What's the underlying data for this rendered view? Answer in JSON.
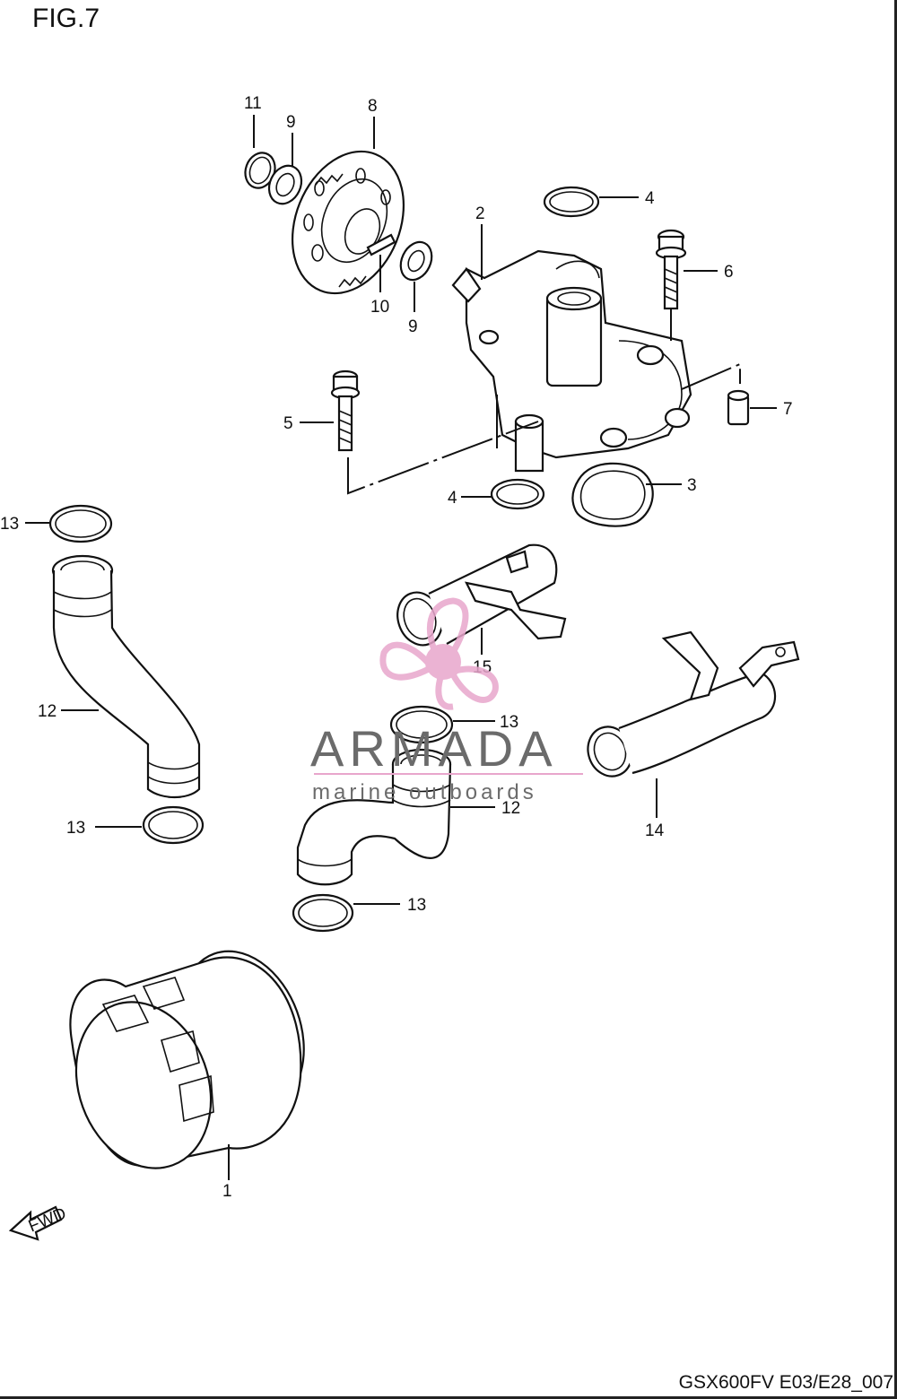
{
  "title": "FIG.7",
  "footer": "GSX600FV E03/E28_007",
  "watermark": {
    "name": "ARMADA",
    "subtitle": "marine outboards",
    "color": "#e8a6cc",
    "icon": "propeller-logo-icon"
  },
  "fwd_label": "FWD",
  "callouts": [
    {
      "id": "c11",
      "label": "11"
    },
    {
      "id": "c9a",
      "label": "9"
    },
    {
      "id": "c8",
      "label": "8"
    },
    {
      "id": "c10",
      "label": "10"
    },
    {
      "id": "c9b",
      "label": "9"
    },
    {
      "id": "c2",
      "label": "2"
    },
    {
      "id": "c4a",
      "label": "4"
    },
    {
      "id": "c6",
      "label": "6"
    },
    {
      "id": "c5",
      "label": "5"
    },
    {
      "id": "c7",
      "label": "7"
    },
    {
      "id": "c4b",
      "label": "4"
    },
    {
      "id": "c3",
      "label": "3"
    },
    {
      "id": "c13a",
      "label": "13"
    },
    {
      "id": "c12a",
      "label": "12"
    },
    {
      "id": "c15",
      "label": "15"
    },
    {
      "id": "c13b",
      "label": "13"
    },
    {
      "id": "c12b",
      "label": "12"
    },
    {
      "id": "c14",
      "label": "14"
    },
    {
      "id": "c13c",
      "label": "13"
    },
    {
      "id": "c13d",
      "label": "13"
    },
    {
      "id": "c1",
      "label": "1"
    }
  ]
}
